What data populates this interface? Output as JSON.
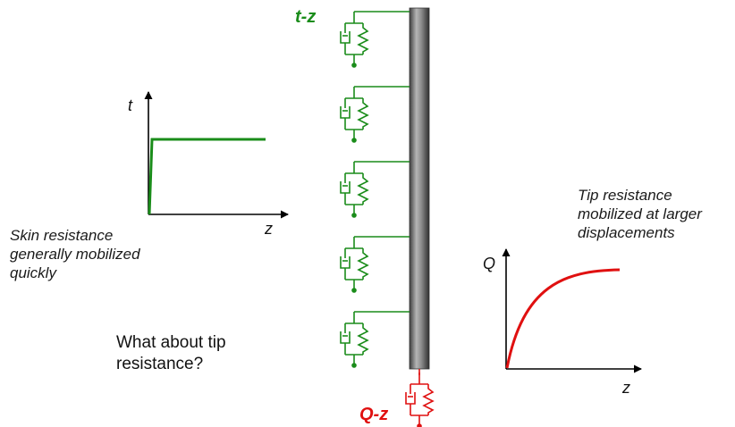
{
  "labels": {
    "tz": "t-z",
    "qz": "Q-z",
    "skin_lines": [
      "Skin resistance",
      "generally mobilized",
      "quickly"
    ],
    "tip_lines": [
      "Tip resistance",
      "mobilized at larger",
      "displacements"
    ],
    "question_lines": [
      "What about tip",
      "resistance?"
    ]
  },
  "left_graph": {
    "y_label": "t",
    "x_label": "z"
  },
  "right_graph": {
    "y_label": "Q",
    "x_label": "z"
  },
  "colors": {
    "skin": "#1a8c1a",
    "tip": "#e01010",
    "pile_light": "#a9a9a9",
    "pile_dark": "#4a4a4a",
    "axis": "#000000"
  }
}
